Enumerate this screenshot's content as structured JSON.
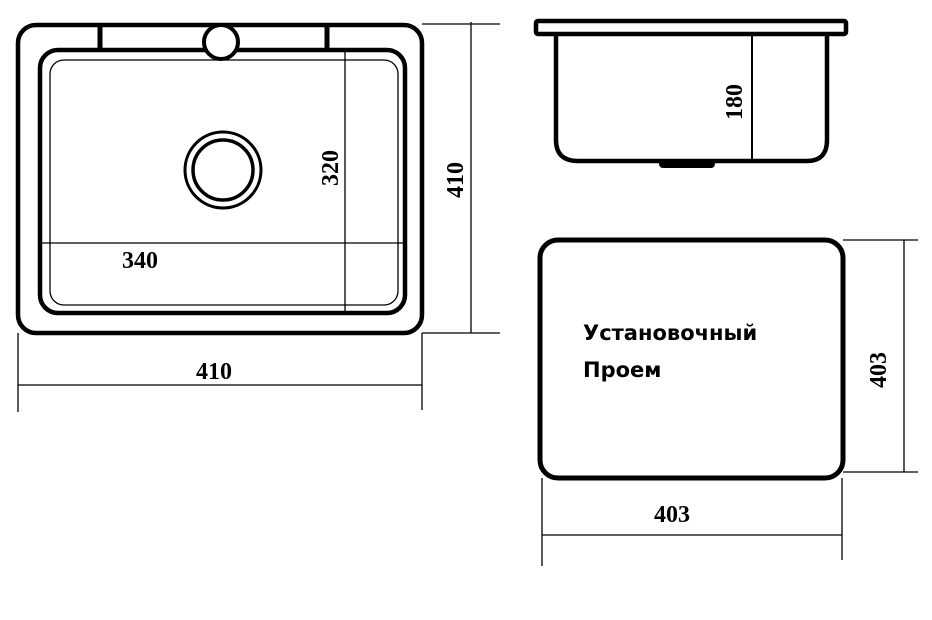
{
  "top_view": {
    "bowl_width": "340",
    "bowl_length": "320",
    "overall_length": "410",
    "overall_width": "410"
  },
  "side_view": {
    "depth": "180"
  },
  "cutout": {
    "label_line1": "Установочный",
    "label_line2": "Проем",
    "height": "403",
    "width": "403"
  }
}
